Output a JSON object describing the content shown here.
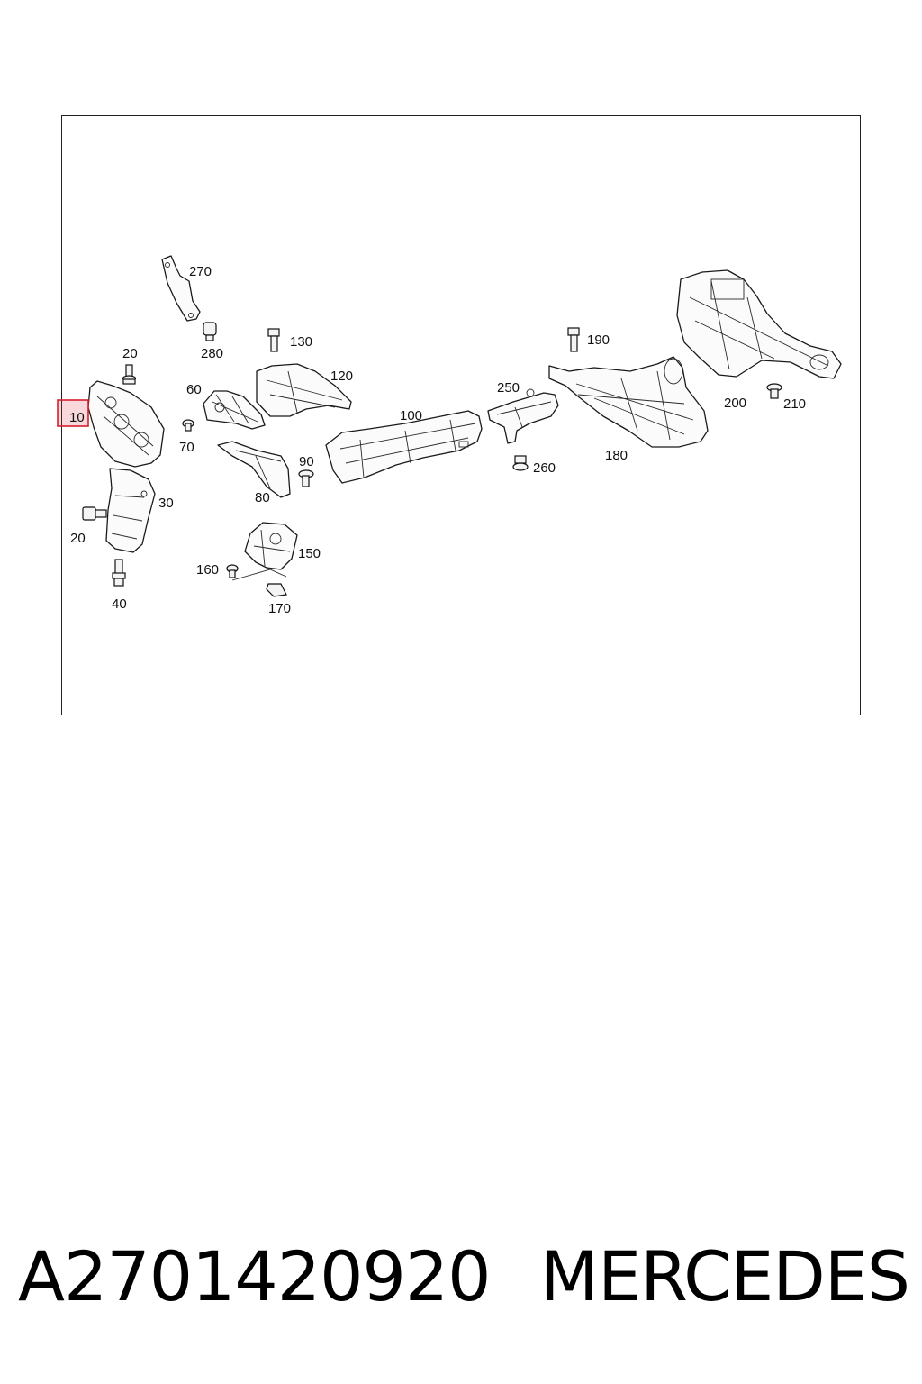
{
  "diagram": {
    "callouts": {
      "p10": "10",
      "p20a": "20",
      "p20b": "20",
      "p30": "30",
      "p40": "40",
      "p60": "60",
      "p70": "70",
      "p80": "80",
      "p90": "90",
      "p100": "100",
      "p120": "120",
      "p130": "130",
      "p150": "150",
      "p160": "160",
      "p170": "170",
      "p180": "180",
      "p190": "190",
      "p200": "200",
      "p210": "210",
      "p250": "250",
      "p260": "260",
      "p270": "270",
      "p280": "280"
    },
    "highlight_color": "#d61f2c"
  },
  "caption": {
    "part_number": "A2701420920",
    "brand": "MERCEDES"
  }
}
